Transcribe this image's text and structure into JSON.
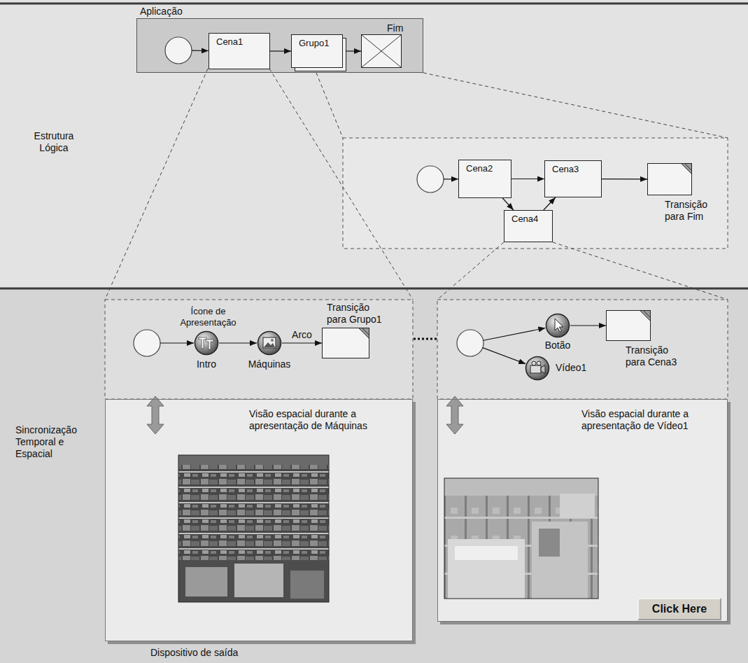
{
  "diagram": {
    "nodes": [
      {
        "text": [
          "Aplicação"
        ]
      },
      {
        "text": [
          "Cena1"
        ],
        "in": 0
      },
      {
        "text": [
          "Grupo1"
        ],
        "in": 0
      },
      {
        "text": [
          "Fim"
        ],
        "in": 0
      },
      {
        "text": [
          "Cena2"
        ]
      },
      {
        "text": [
          "Cena3"
        ]
      },
      {
        "text": [
          "Transição para Fim"
        ]
      },
      {
        "text": [
          "Cena4"
        ]
      },
      {
        "text": [
          "Intro"
        ]
      },
      {
        "text": [
          "Máquinas"
        ]
      },
      {
        "text": [
          "Transição para Grupo1"
        ]
      },
      {
        "text": [
          "Botão"
        ]
      },
      {
        "text": [
          "Transição para Cena3"
        ]
      },
      {
        "text": [
          "Vídeo1"
        ]
      },
      {
        "text": [
          "Visão espacial durante a apresentação de Máquinas"
        ]
      },
      {
        "text": [
          "Visão espacial durante a apresentação de Vídeo1"
        ]
      },
      {
        "text": [
          "Click Here"
        ],
        "in": 15
      }
    ],
    "edges": [
      {
        "from": 1,
        "to": 2,
        "arrow": "to"
      },
      {
        "from": 2,
        "to": 3,
        "arrow": "to"
      },
      {
        "from": 4,
        "to": 5,
        "arrow": "to"
      },
      {
        "from": 4,
        "to": 7,
        "arrow": "to"
      },
      {
        "from": 7,
        "to": 5,
        "arrow": "to"
      },
      {
        "from": 5,
        "to": 6,
        "arrow": "to"
      },
      {
        "from": 8,
        "to": 9,
        "arrow": "to"
      },
      {
        "from": 9,
        "to": 10,
        "label": "Arco",
        "arrow": "to"
      },
      {
        "from": 11,
        "to": 12,
        "arrow": "to"
      }
    ],
    "labels": [
      "Estrutura Lógica",
      "Ícone de Apresentação",
      "Sincronização Temporal e Espacial",
      "Dispositivo de saída"
    ]
  }
}
